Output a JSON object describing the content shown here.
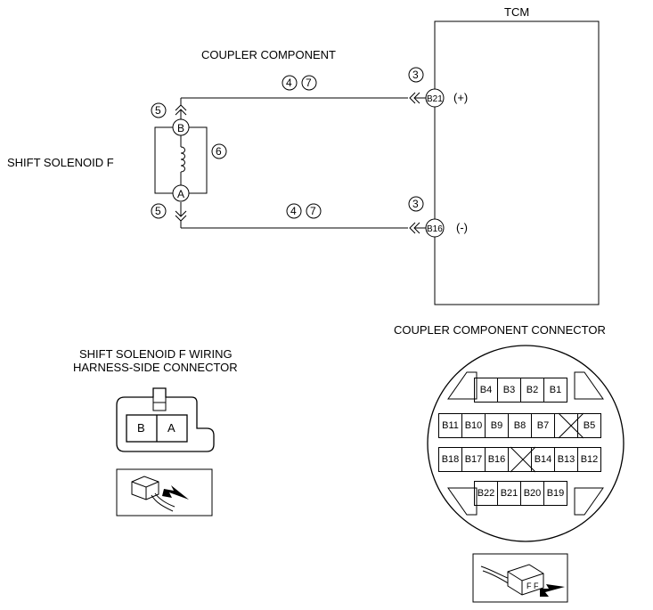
{
  "labels": {
    "tcm": "TCM",
    "coupler_component": "COUPLER COMPONENT",
    "shift_solenoid": "SHIFT SOLENOID F",
    "harness_title_line1": "SHIFT SOLENOID F WIRING",
    "harness_title_line2": "HARNESS-SIDE CONNECTOR",
    "coupler_connector_title": "COUPLER COMPONENT CONNECTOR"
  },
  "circuit": {
    "upper_wire_steps": [
      "4",
      "7"
    ],
    "lower_wire_steps": [
      "4",
      "7"
    ],
    "upper_terminal_step": "3",
    "lower_terminal_step": "3",
    "upper_solenoid_step": "5",
    "lower_solenoid_step": "5",
    "coil_step": "6",
    "pin_upper": "B21",
    "pin_lower": "B16",
    "polarity_upper": "(+)",
    "polarity_lower": "(-)",
    "solenoid_terminal_top": "B",
    "solenoid_terminal_bottom": "A"
  },
  "harness_connector": {
    "pins": [
      "B",
      "A"
    ]
  },
  "coupler_connector": {
    "row1": [
      "B4",
      "B3",
      "B2",
      "B1"
    ],
    "row2": [
      "B11",
      "B10",
      "B9",
      "B8",
      "B7",
      "",
      "B5"
    ],
    "row3": [
      "B18",
      "B17",
      "B16",
      "",
      "B14",
      "B13",
      "B12"
    ],
    "row4": [
      "B22",
      "B21",
      "B20",
      "B19"
    ]
  }
}
